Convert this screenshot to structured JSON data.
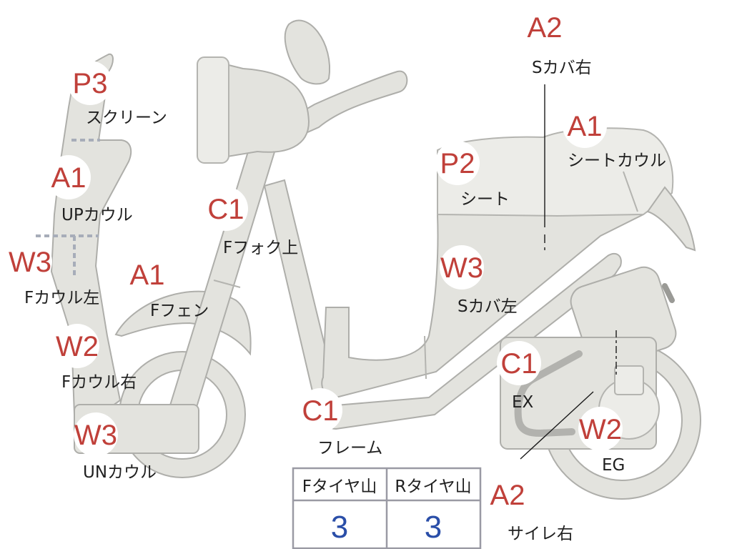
{
  "parts": [
    {
      "id": "screen",
      "grade": "P3",
      "label": "スクリーン"
    },
    {
      "id": "upper-cowl",
      "grade": "A1",
      "label": "UPカウル"
    },
    {
      "id": "front-cowl-left",
      "grade": "W3",
      "label": "Fカウル左"
    },
    {
      "id": "front-fender",
      "grade": "A1",
      "label": "Fフェン"
    },
    {
      "id": "front-cowl-right",
      "grade": "W2",
      "label": "Fカウル右"
    },
    {
      "id": "under-cowl",
      "grade": "W3",
      "label": "UNカウル"
    },
    {
      "id": "front-fork-upper",
      "grade": "C1",
      "label": "Fフォク上"
    },
    {
      "id": "frame",
      "grade": "C1",
      "label": "フレーム"
    },
    {
      "id": "side-cover-right",
      "grade": "A2",
      "label": "Sカバ右"
    },
    {
      "id": "seat-cowl",
      "grade": "A1",
      "label": "シートカウル"
    },
    {
      "id": "seat",
      "grade": "P2",
      "label": "シート"
    },
    {
      "id": "side-cover-left",
      "grade": "W3",
      "label": "Sカバ左"
    },
    {
      "id": "exhaust",
      "grade": "C1",
      "label": "EX"
    },
    {
      "id": "engine",
      "grade": "W2",
      "label": "EG"
    },
    {
      "id": "silencer-right",
      "grade": "A2",
      "label": "サイレ右"
    }
  ],
  "tire_tread": {
    "front": {
      "header": "Fタイヤ山",
      "value": "3"
    },
    "rear": {
      "header": "Rタイヤ山",
      "value": "3"
    }
  },
  "colors": {
    "grade_text": "#c0403a",
    "tread_value": "#2a4ea8",
    "part_fill": "#e3e3de",
    "part_outline": "#aeaeaa"
  }
}
